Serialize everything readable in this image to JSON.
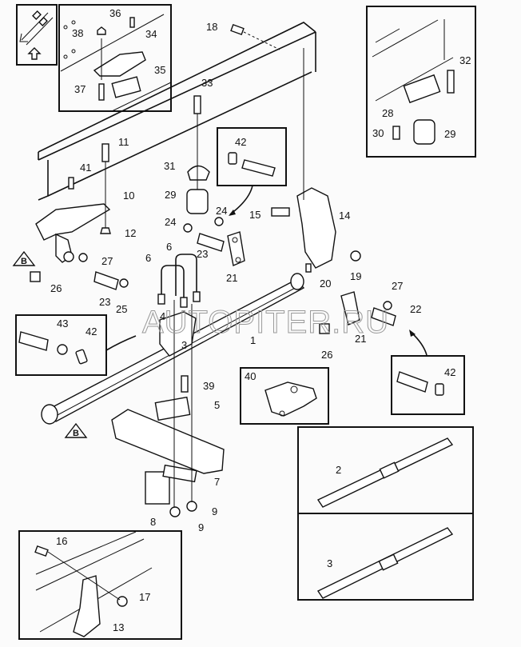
{
  "diagram": {
    "title": "Rear leaf spring suspension exploded view",
    "watermark": "AUTOPITER.RU",
    "orientation_marker": {
      "icon": "direction-arrow-icon",
      "arrow": "up-arrow-icon"
    },
    "callouts": {
      "c1": "1",
      "c2": "2",
      "c3": "3",
      "c3b": "3",
      "c4": "4",
      "c5": "5",
      "c6a": "6",
      "c6b": "6",
      "c7": "7",
      "c8": "8",
      "c9a": "9",
      "c9b": "9",
      "c10": "10",
      "c11": "11",
      "c12": "12",
      "c13": "13",
      "c14": "14",
      "c15": "15",
      "c16": "16",
      "c17": "17",
      "c18": "18",
      "c19": "19",
      "c20": "20",
      "c21a": "21",
      "c21b": "21",
      "c22": "22",
      "c23a": "23",
      "c23b": "23",
      "c24a": "24",
      "c24b": "24",
      "c25": "25",
      "c26a": "26",
      "c26b": "26",
      "c27a": "27",
      "c27b": "27",
      "c28": "28",
      "c29a": "29",
      "c29b": "29",
      "c30": "30",
      "c31": "31",
      "c32": "32",
      "c33": "33",
      "c34": "34",
      "c35": "35",
      "c36": "36",
      "c37": "37",
      "c38": "38",
      "c39": "39",
      "c40": "40",
      "c41": "41",
      "c42a": "42",
      "c42b": "42",
      "c42c": "42",
      "c43": "43"
    },
    "warning_symbol": "B"
  }
}
